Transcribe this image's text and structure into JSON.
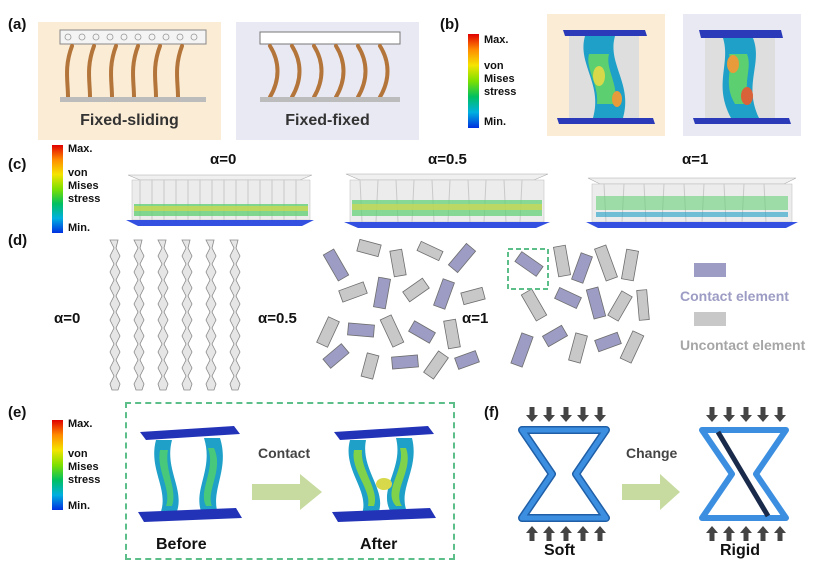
{
  "panels": {
    "a": {
      "label": "(a)",
      "left_caption": "Fixed-sliding",
      "right_caption": "Fixed-fixed"
    },
    "b": {
      "label": "(b)",
      "colorbar": {
        "max": "Max.",
        "title": [
          "von",
          "Mises",
          "stress"
        ],
        "min": "Min."
      }
    },
    "c": {
      "label": "(c)",
      "colorbar": {
        "max": "Max.",
        "title": [
          "von",
          "Mises",
          "stress"
        ],
        "min": "Min."
      },
      "alphas": [
        "α=0",
        "α=0.5",
        "α=1"
      ]
    },
    "d": {
      "label": "(d)",
      "alphas": [
        "α=0",
        "α=0.5",
        "α=1"
      ],
      "legend": {
        "contact": "Contact element",
        "uncontact": "Uncontact element"
      }
    },
    "e": {
      "label": "(e)",
      "colorbar": {
        "max": "Max.",
        "title": [
          "von",
          "Mises",
          "stress"
        ],
        "min": "Min."
      },
      "arrow_label": "Contact",
      "before": "Before",
      "after": "After"
    },
    "f": {
      "label": "(f)",
      "arrow_label": "Change",
      "left_caption": "Soft",
      "right_caption": "Rigid"
    }
  },
  "colors": {
    "panel_a_left_bg": "#fbecd6",
    "panel_a_right_bg": "#e9e9f3",
    "beam_brown": "#b4753a",
    "contact_element": "#9c9cc4",
    "uncontact_element": "#c8c8c8",
    "dashed_green": "#5cbf8a",
    "arrow_green": "#c7dba0",
    "plate_blue": "#2233b8",
    "frame_blue": "#3c8fe0"
  }
}
